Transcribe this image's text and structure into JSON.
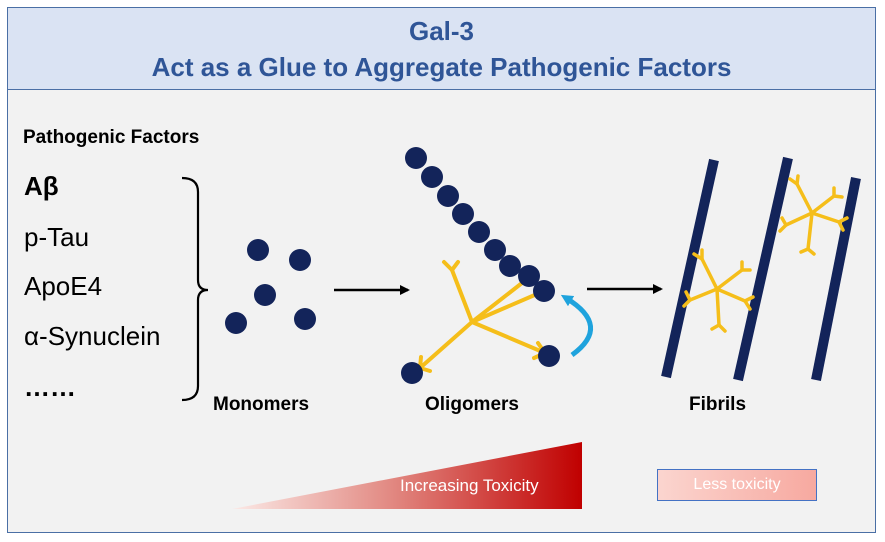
{
  "header": {
    "title_line1": "Gal-3",
    "title_line2": "Act as a Glue to  Aggregate Pathogenic Factors"
  },
  "factors": {
    "heading": "Pathogenic Factors",
    "items": [
      "Aβ",
      "p-Tau",
      "ApoE4",
      "α-Synuclein",
      "……"
    ]
  },
  "stages": {
    "monomers": "Monomers",
    "oligomers": "Oligomers",
    "fibrils": "Fibrils"
  },
  "toxicity": {
    "increasing_label": "Increasing Toxicity",
    "less_label": "Less toxicity"
  },
  "colors": {
    "frame_border": "#4a6fa5",
    "header_bg": "#dae3f3",
    "title_text": "#2f5597",
    "monomer": "#13245a",
    "gal3": "#f5be1a",
    "curved_arrow": "#1fa3dd",
    "toxicity_dark": "#c00000"
  }
}
